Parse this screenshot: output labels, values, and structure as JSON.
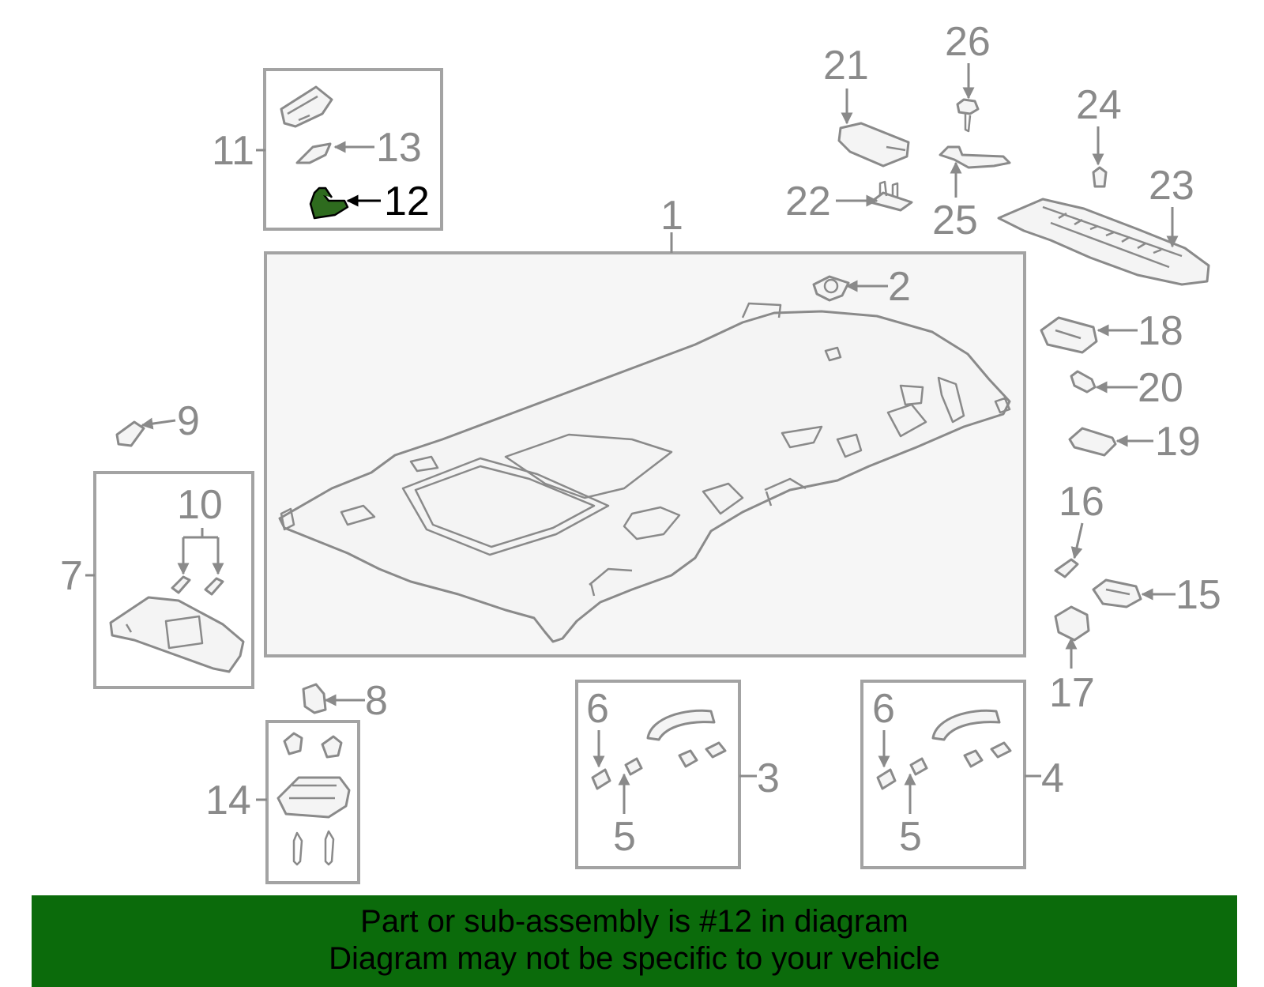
{
  "banner": {
    "line1": "Part or sub-assembly is #12 in diagram",
    "line2": "Diagram may not be specific to your vehicle",
    "color": "#0b6b0b"
  },
  "highlight": {
    "part_number": "12",
    "color": "#2e6b1e"
  },
  "callouts": {
    "c1": "1",
    "c2": "2",
    "c3": "3",
    "c4": "4",
    "c5a": "5",
    "c5b": "5",
    "c6a": "6",
    "c6b": "6",
    "c7": "7",
    "c8": "8",
    "c9": "9",
    "c10": "10",
    "c11": "11",
    "c12": "12",
    "c13": "13",
    "c14": "14",
    "c15": "15",
    "c16": "16",
    "c17": "17",
    "c18": "18",
    "c19": "19",
    "c20": "20",
    "c21": "21",
    "c22": "22",
    "c23": "23",
    "c24": "24",
    "c25": "25",
    "c26": "26"
  }
}
